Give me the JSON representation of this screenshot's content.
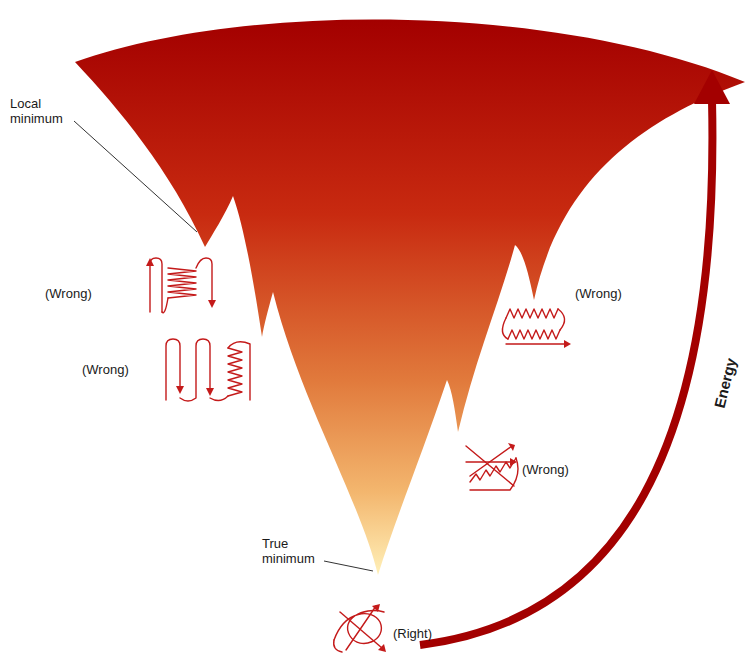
{
  "diagram": {
    "labels": [
      "Local minimum",
      "(Wrong)",
      "(Wrong)",
      "(Wrong)",
      "Energy",
      "(Wrong)",
      "True minimum",
      "(Right)"
    ]
  }
}
